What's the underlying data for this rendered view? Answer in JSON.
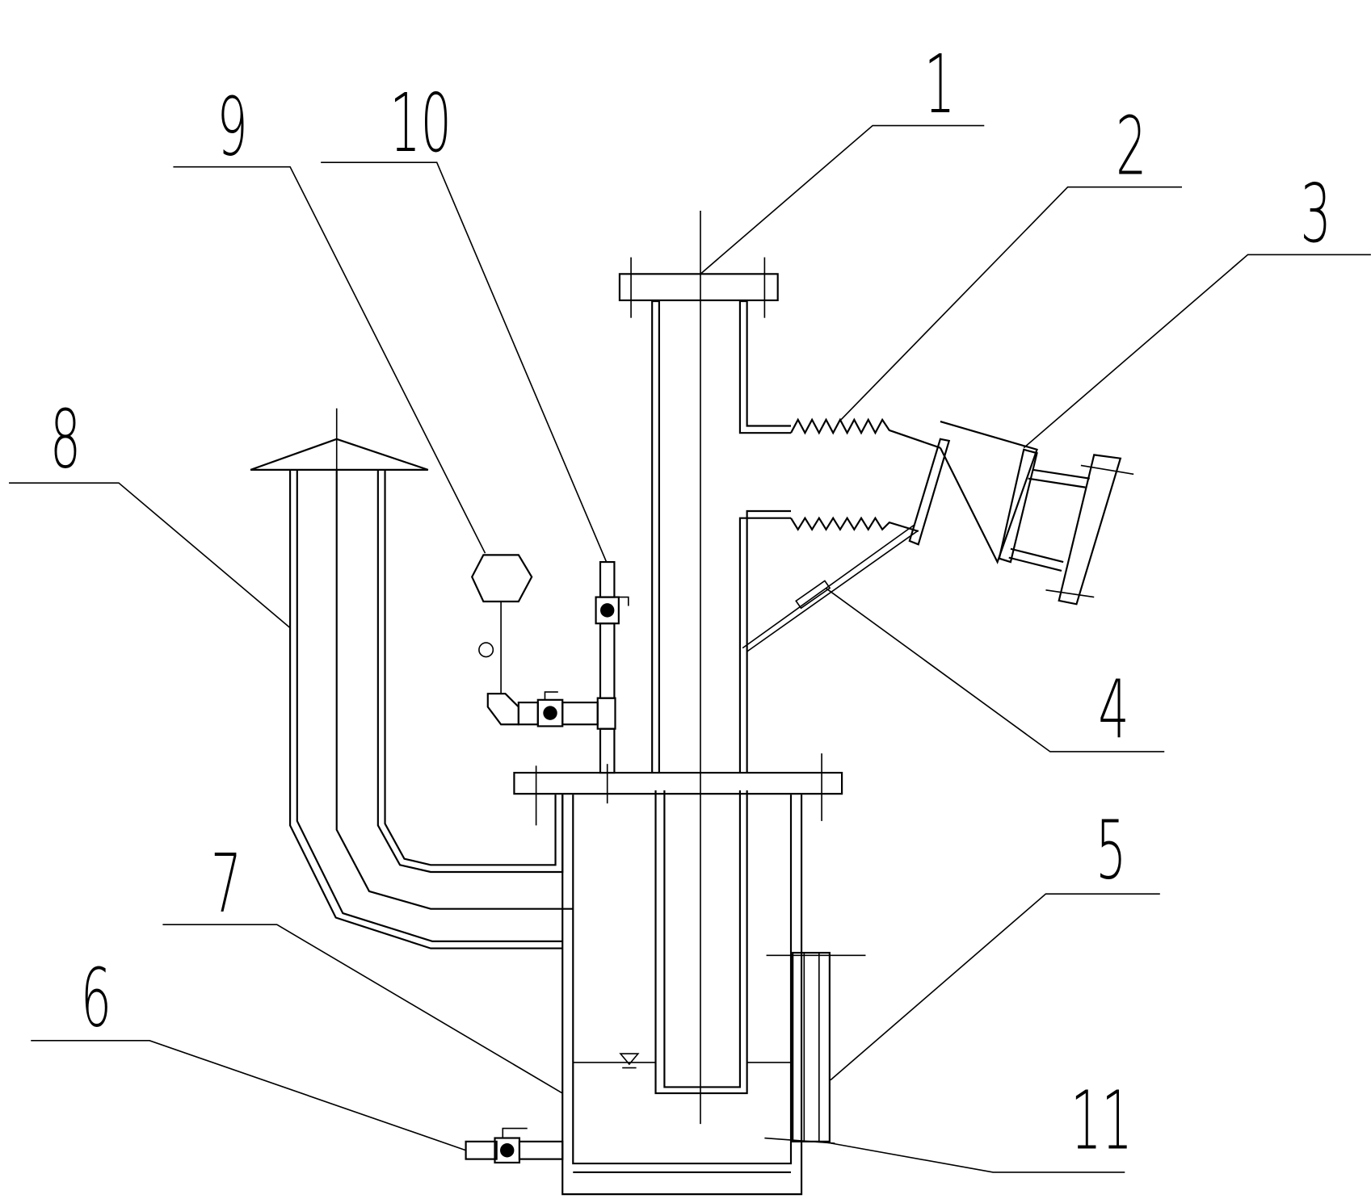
{
  "labels": {
    "l1": "1",
    "l2": "2",
    "l3": "3",
    "l4": "4",
    "l5": "5",
    "l6": "6",
    "l7": "7",
    "l8": "8",
    "l9": "9",
    "l10": "10",
    "l11": "11"
  },
  "colors": {
    "line": "#000000",
    "background": "#ffffff"
  }
}
